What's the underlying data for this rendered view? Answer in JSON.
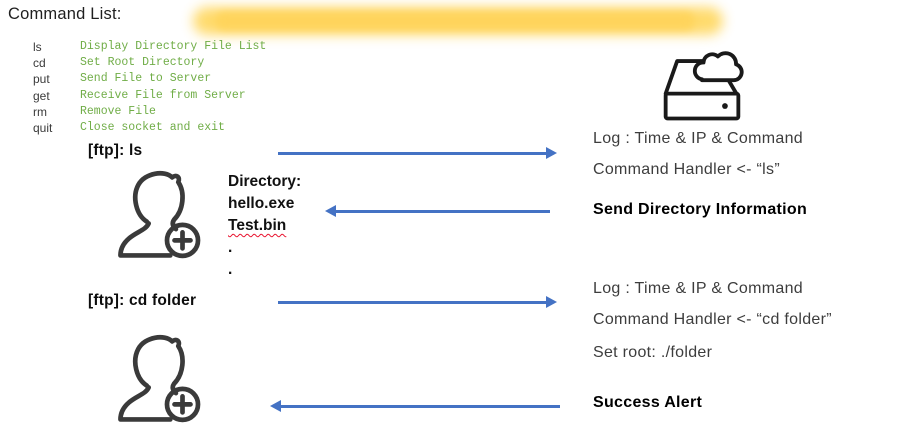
{
  "title": "Command List:",
  "colors": {
    "command_green": "#70AD47",
    "arrow_blue": "#4472C4",
    "highlighter_yellow": "#FFD966",
    "icon_gray": "#3A3A3A",
    "spellcheck_red": "#E8112D"
  },
  "commands": [
    {
      "cmd": "ls",
      "desc": "Display Directory File List"
    },
    {
      "cmd": "cd",
      "desc": "Set Root Directory"
    },
    {
      "cmd": "put",
      "desc": "Send File to Server"
    },
    {
      "cmd": "get",
      "desc": "Receive File from Server"
    },
    {
      "cmd": "rm",
      "desc": "Remove File"
    },
    {
      "cmd": "quit",
      "desc": "Close socket and exit"
    }
  ],
  "icons": {
    "server": "cloud-storage-server-icon",
    "client": "add-user-icon"
  },
  "flow1": {
    "client_command": "[ftp]: ls",
    "server_log_line1": "Log : Time & IP & Command",
    "server_log_line2": "Command Handler <- “ls”",
    "response_label": "Send Directory Information",
    "directory_lines": [
      "Directory:",
      "hello.exe",
      "Test.bin",
      ".",
      "."
    ]
  },
  "flow2": {
    "client_command": "[ftp]: cd folder",
    "server_log_line1": "Log : Time & IP & Command",
    "server_log_line2": "Command Handler <- “cd folder”",
    "set_root": "Set root: ./folder",
    "response_label": "Success Alert"
  }
}
